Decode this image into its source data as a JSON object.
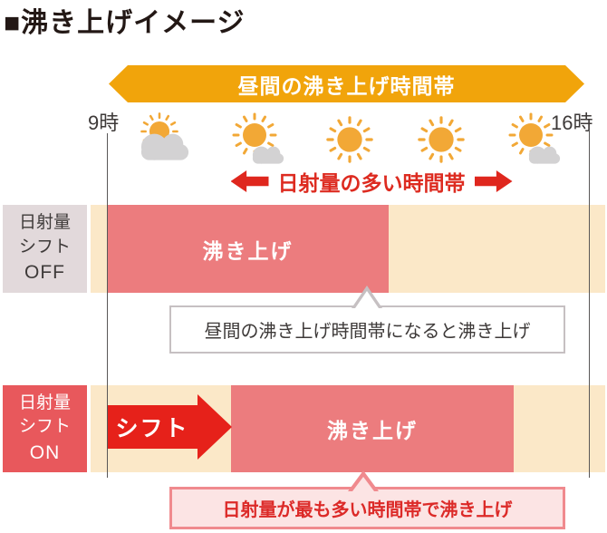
{
  "title": "■沸き上げイメージ",
  "banner": {
    "label": "昼間の沸き上げ時間帯"
  },
  "timeline": {
    "start": "9時",
    "end": "16時"
  },
  "insolation_row": {
    "label": "日射量の多い時間帯"
  },
  "weather_icons": [
    "sun-behind-large-cloud-icon",
    "sun-with-small-cloud-icon",
    "sun-icon",
    "sun-icon",
    "sun-with-small-cloud-icon"
  ],
  "rows": {
    "off": {
      "label_lines": [
        "日射量",
        "シフト",
        "OFF"
      ],
      "bar_label": "沸き上げ",
      "callout": "昼間の沸き上げ時間帯になると沸き上げ"
    },
    "on": {
      "label_lines": [
        "日射量",
        "シフト",
        "ON"
      ],
      "shift_arrow_label": "シフト",
      "bar_label": "沸き上げ",
      "callout": "日射量が最も多い時間帯で沸き上げ"
    }
  },
  "colors": {
    "banner_orange": "#f1a40b",
    "sun_orange": "#f2a836",
    "cloud_gray": "#d3d2d3",
    "accent_red": "#df271e",
    "shift_arrow_red": "#e6211a",
    "bar_pink": "#ec7c7e",
    "band_cream": "#fbe8c8",
    "off_label_bg": "#e2d9db",
    "on_label_bg": "#e8585c",
    "callout_off_border": "#c6c0c2",
    "callout_on_border": "#f08a8e",
    "callout_on_bg": "#fce4e4",
    "callout_on_text": "#dc2a28",
    "text_dark": "#3e3a39"
  }
}
